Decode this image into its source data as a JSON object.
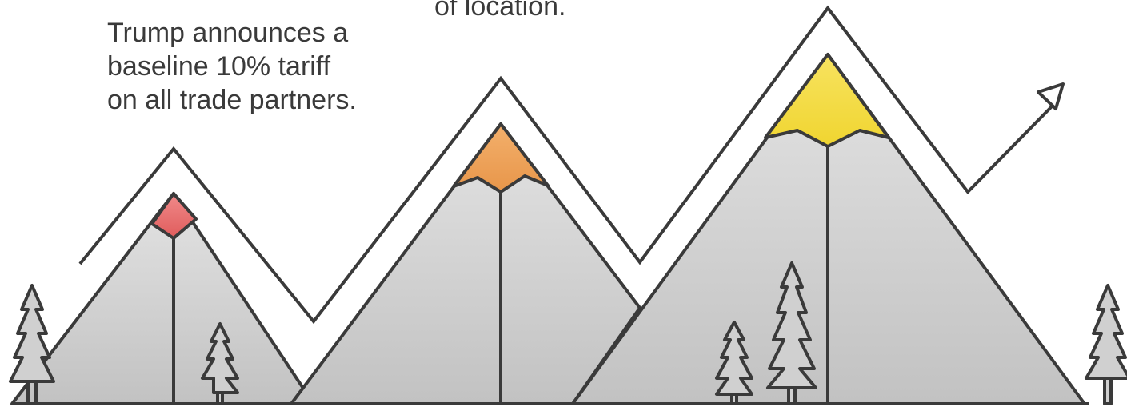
{
  "captions": {
    "left": {
      "line1": "Trump announces a",
      "line2": "baseline 10% tariff",
      "line3": "on all trade partners."
    },
    "top": {
      "line1": "of location."
    }
  },
  "icons": {
    "peaks": [
      "red-peak-icon",
      "orange-peak-icon",
      "yellow-peak-icon"
    ],
    "arrow": "zigzag-arrow-icon",
    "trees": "pine-tree-icon"
  },
  "colors": {
    "mountain_fill_top": "#e2e2e2",
    "mountain_fill_bottom": "#c4c4c4",
    "outline": "#3a3a3a",
    "peak_red": "#e86a6a",
    "peak_orange": "#eda055",
    "peak_yellow": "#f2dc3c",
    "tree_fill": "#d0d0d0"
  }
}
